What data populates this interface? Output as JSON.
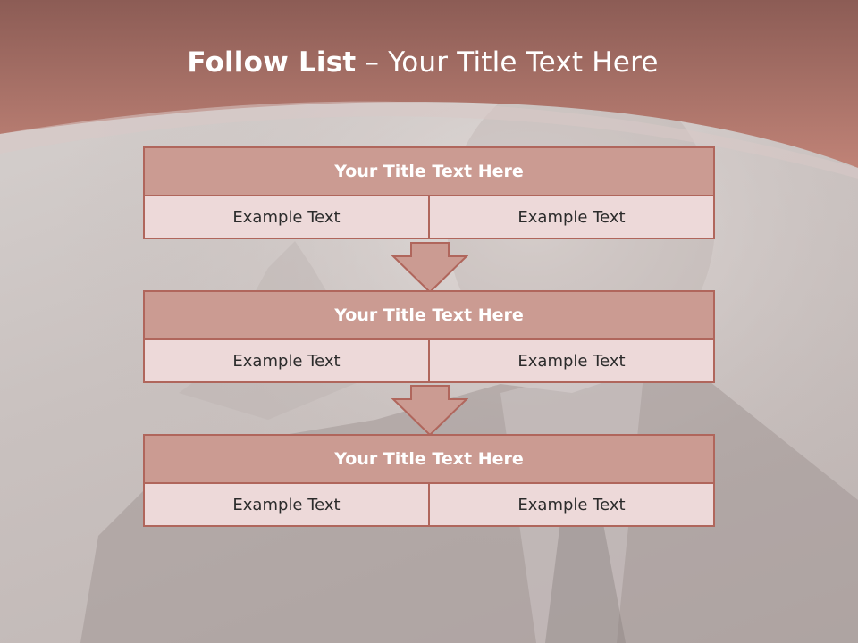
{
  "slide": {
    "title_bold": "Follow List",
    "title_rest": " – Your Title Text Here",
    "blocks": [
      {
        "title": "Your Title Text Here",
        "left": "Example Text",
        "right": "Example Text"
      },
      {
        "title": "Your Title Text Here",
        "left": "Example Text",
        "right": "Example Text"
      },
      {
        "title": "Your Title Text Here",
        "left": "Example Text",
        "right": "Example Text"
      }
    ]
  },
  "colors": {
    "header_top": "#8c5c55",
    "header_bottom": "#c08377",
    "block_title_fill": "#cb9b92",
    "block_cell_fill": "#edd9d9",
    "border": "#b0665c"
  }
}
